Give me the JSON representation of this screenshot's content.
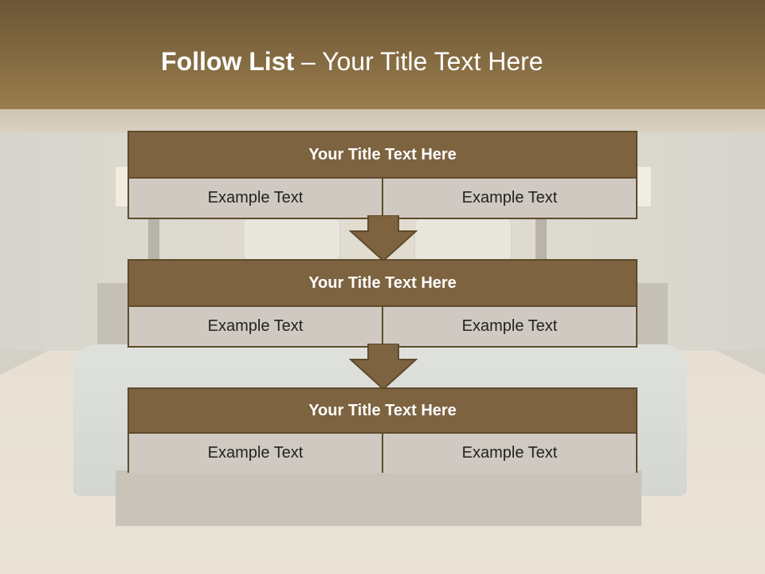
{
  "slide": {
    "title_bold": "Follow List",
    "title_rest": " – Your Title Text Here"
  },
  "steps": [
    {
      "heading": "Your Title Text Here",
      "left": "Example Text",
      "right": "Example Text"
    },
    {
      "heading": "Your Title Text Here",
      "left": "Example Text",
      "right": "Example Text"
    },
    {
      "heading": "Your Title Text Here",
      "left": "Example Text",
      "right": "Example Text"
    }
  ],
  "colors": {
    "header_dark": "#6b5535",
    "header_light": "#9a7d4c",
    "box_fill": "#7d6340",
    "box_border": "#5e4b2c",
    "cell_fill": "#d0c9c2"
  }
}
